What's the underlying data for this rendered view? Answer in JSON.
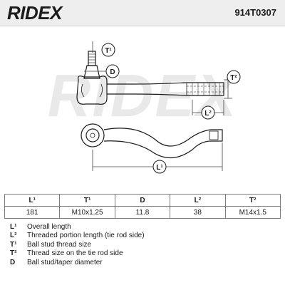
{
  "header": {
    "brand": "RIDEX",
    "part_number": "914T0307"
  },
  "diagram": {
    "watermark": "RIDEX",
    "labels": {
      "t1": "T¹",
      "d": "D",
      "t2": "T²",
      "l2": "L²",
      "l1": "L¹"
    }
  },
  "table": {
    "headers": [
      "L¹",
      "T¹",
      "D",
      "L²",
      "T²"
    ],
    "values": [
      "181",
      "M10x1.25",
      "11.8",
      "38",
      "M14x1.5"
    ]
  },
  "legend": [
    {
      "key": "L¹",
      "text": "Overall length"
    },
    {
      "key": "L²",
      "text": "Threaded portion length (tie rod side)"
    },
    {
      "key": "T¹",
      "text": "Ball stud thread size"
    },
    {
      "key": "T²",
      "text": "Thread size on the tie rod side"
    },
    {
      "key": "D",
      "text": "Ball stud/taper diameter"
    }
  ],
  "colors": {
    "outline": "#1a1a1a",
    "dimension": "#444444",
    "header_bg": "#eeeeee",
    "watermark": "#e9e9e9"
  }
}
